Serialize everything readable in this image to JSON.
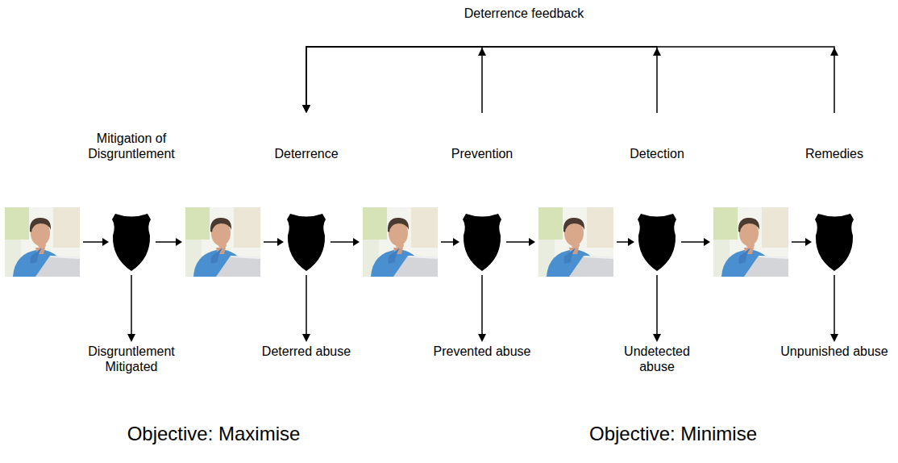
{
  "diagram": {
    "nodes": [
      {
        "text": [
          "Mitigation of Disgruntlement",
          "Disgruntlement Mitigated"
        ]
      },
      {
        "text": [
          "Deterrence",
          "Deterred abuse"
        ]
      },
      {
        "text": [
          "Prevention",
          "Prevented abuse"
        ]
      },
      {
        "text": [
          "Detection",
          "Undetected abuse"
        ]
      },
      {
        "text": [
          "Remedies",
          "Unpunished abuse"
        ]
      }
    ],
    "edges": [
      {
        "from": 2,
        "to": 1,
        "arrow": "to"
      },
      {
        "from": 3,
        "to": 1,
        "arrow": "to"
      },
      {
        "from": 4,
        "to": 1,
        "arrow": "to"
      }
    ],
    "labels": [
      "Deterrence feedback",
      "Objective: Maximise",
      "Objective: Minimise"
    ]
  }
}
